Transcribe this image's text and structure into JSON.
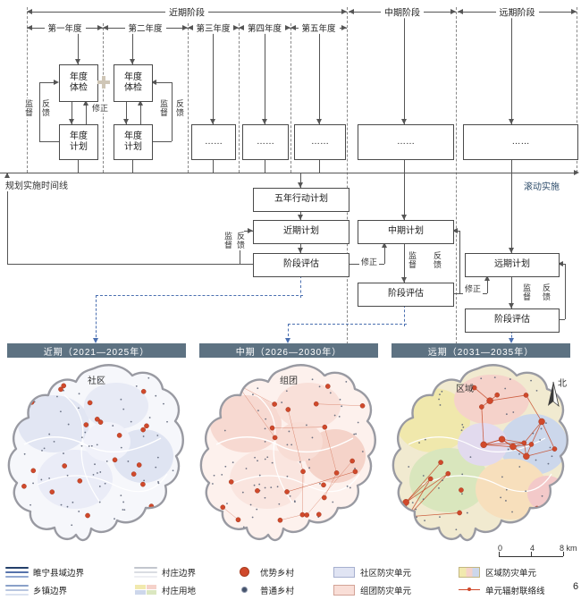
{
  "page": {
    "number": "6"
  },
  "colors": {
    "header_bar": "#5d7282",
    "connector_blue": "#4a6fb0",
    "village_red": "#d0492b"
  },
  "flowchart": {
    "phases": [
      {
        "label": "近期阶段"
      },
      {
        "label": "中期阶段"
      },
      {
        "label": "远期阶段"
      }
    ],
    "years": [
      "第一年度",
      "第二年度",
      "第三年度",
      "第四年度",
      "第五年度"
    ],
    "annual_check": "年度体检",
    "annual_plan": "年度计划",
    "ellipsis": "……",
    "timeline_label": "规划实施时间线",
    "rolling_label": "滚动实施",
    "five_year_plan": "五年行动计划",
    "near_plan": "近期计划",
    "mid_plan": "中期计划",
    "far_plan": "远期计划",
    "stage_eval": "阶段评估",
    "labels": {
      "supervise": "监督",
      "feedback": "反馈",
      "revise": "修正"
    }
  },
  "maps": [
    {
      "title": "近期（2021—2025年）",
      "unit_label": "社区"
    },
    {
      "title": "中期（2026—2030年）",
      "unit_label": "组团"
    },
    {
      "title": "远期（2031—2035年）",
      "unit_label": "区域"
    }
  ],
  "north": {
    "label": "北"
  },
  "scale_bar": {
    "labels": [
      "0",
      "4",
      "8 km"
    ]
  },
  "legend": {
    "items": [
      {
        "icon": "county-boundary-lines",
        "label": "睢宁县域边界"
      },
      {
        "icon": "township-boundary-lines",
        "label": "乡镇边界"
      },
      {
        "icon": "village-boundary-lines",
        "label": "村庄边界"
      },
      {
        "icon": "village-land-swatches",
        "label": "村庄用地"
      },
      {
        "icon": "dominant-village-dot",
        "label": "优势乡村"
      },
      {
        "icon": "ordinary-village-dot",
        "label": "普通乡村"
      },
      {
        "icon": "community-unit-swatch",
        "label": "社区防灾单元"
      },
      {
        "icon": "cluster-unit-swatch",
        "label": "组团防灾单元"
      },
      {
        "icon": "regional-unit-swatch",
        "label": "区域防灾单元"
      },
      {
        "icon": "radiation-link-line",
        "label": "单元辐射联络线"
      }
    ]
  }
}
